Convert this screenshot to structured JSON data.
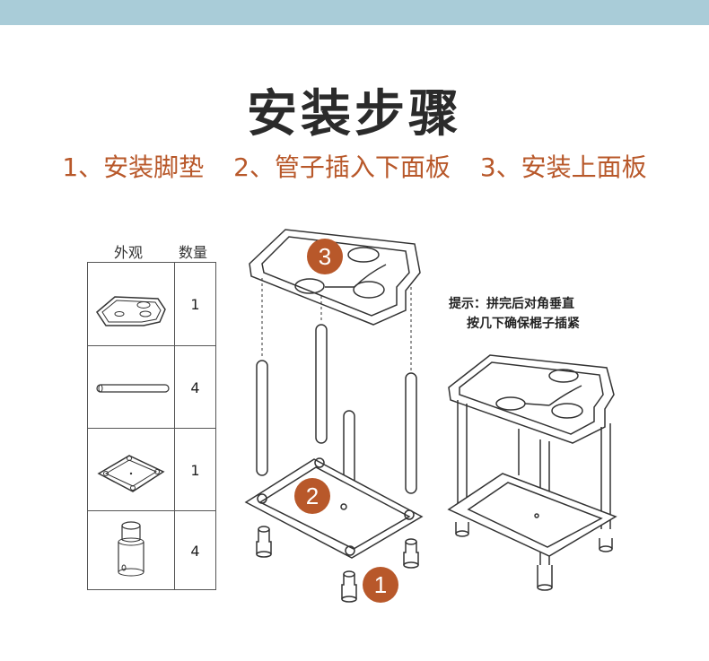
{
  "title": "安装步骤",
  "steps": [
    "1、安装脚垫",
    "2、管子插入下面板",
    "3、安装上面板"
  ],
  "parts_table": {
    "headers": [
      "外观",
      "数量"
    ],
    "rows": [
      {
        "part": "top-panel",
        "qty": "1"
      },
      {
        "part": "tube",
        "qty": "4"
      },
      {
        "part": "bottom-panel",
        "qty": "1"
      },
      {
        "part": "foot-pad",
        "qty": "4"
      }
    ]
  },
  "tip": [
    "提示：拼完后对角垂直",
    "按几下确保棍子插紧"
  ],
  "badges": [
    "3",
    "2",
    "1"
  ],
  "colors": {
    "accent": "#b8582a",
    "band": "#a9ccd8",
    "line": "#333333"
  }
}
